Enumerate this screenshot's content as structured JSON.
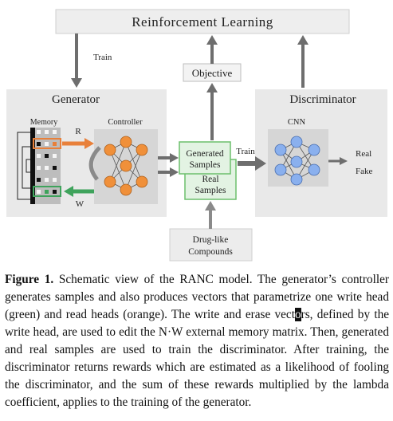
{
  "diagram": {
    "reinforcement_learning": "Reinforcement Learning",
    "train_top": "Train",
    "objective": "Objective",
    "generator": "Generator",
    "discriminator": "Discriminator",
    "memory": "Memory",
    "controller": "Controller",
    "read_head": "R",
    "write_head": "W",
    "generated_samples_1": "Generated",
    "generated_samples_2": "Samples",
    "real_samples_1": "Real",
    "real_samples_2": "Samples",
    "train_mid": "Train",
    "cnn": "CNN",
    "output_real": "Real",
    "output_fake": "Fake",
    "drug_like_1": "Drug-like",
    "drug_like_2": "Compounds"
  },
  "caption": {
    "label": "Figure 1.",
    "text_before_cursor": " Schematic view of the RANC model. The generator’s controller generates samples and also produces vectors that parametrize one write head (green) and read heads (orange). The write and erase vect",
    "cursor_char": "o",
    "text_after_cursor": "rs, defined by the write head, are used to edit the N·W external memory matrix. Then, generated and real samples are used to train the discriminator. After training, the discriminator returns rewards which are estimated as a likelihood of fooling the discriminator, and the sum of these rewards multiplied by the lambda coefficient, applies to the training of the generator."
  },
  "colors": {
    "panel_gray": "#e9e9e9",
    "controller_box": "#d6d6d6",
    "generated_fill": "#e3f3e3",
    "generated_border": "#6cbf6c",
    "orange_node": "#f0903a",
    "blue_node": "#8ab0ee",
    "arrow_gray": "#6e6e6e",
    "read_orange": "#e8803a",
    "write_green": "#3fa35c"
  }
}
